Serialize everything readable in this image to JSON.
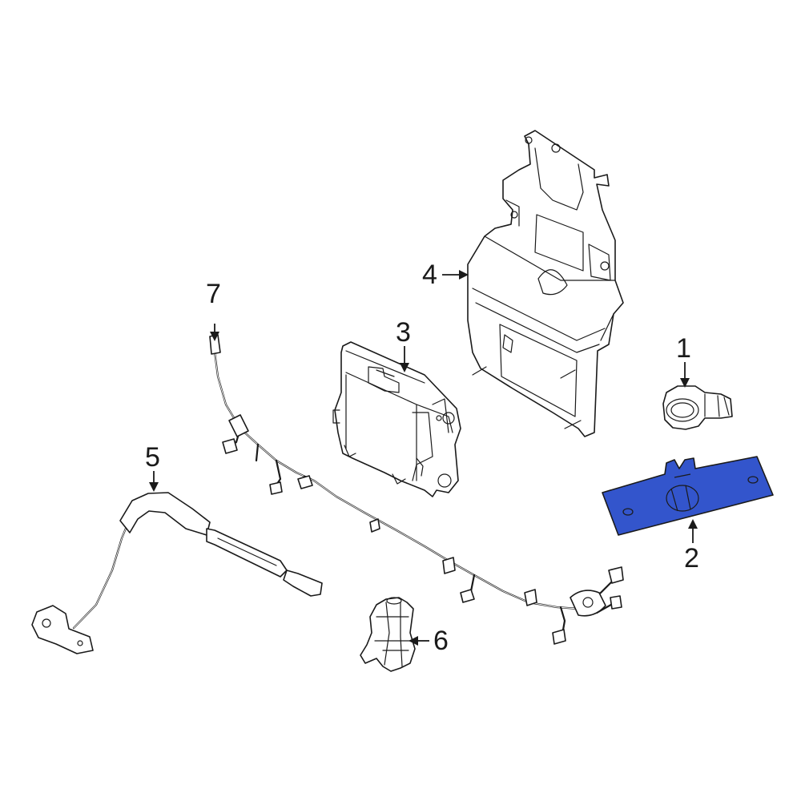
{
  "diagram": {
    "highlight_color": "#3355cc",
    "line_color": "#1a1a1a",
    "background": "#ffffff"
  },
  "callouts": {
    "c1": "1",
    "c2": "2",
    "c3": "3",
    "c4": "4",
    "c5": "5",
    "c6": "6",
    "c7": "7"
  }
}
